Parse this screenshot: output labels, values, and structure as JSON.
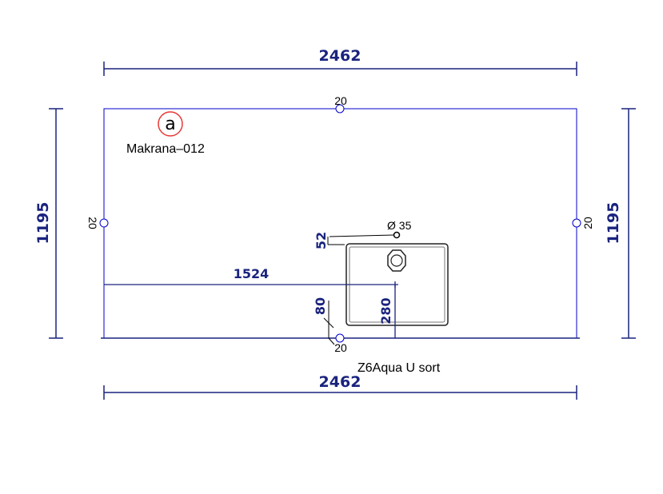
{
  "colors": {
    "dimension_line": "#1a237e",
    "outline": "#0000cc",
    "text": "#000000",
    "material_marker": "#e53935",
    "sink": "#222222"
  },
  "dimensions": {
    "top_width": "2462",
    "bottom_width": "2462",
    "left_height": "1195",
    "right_height": "1195",
    "sink_offset": "1524",
    "sink_depth": "280",
    "front_gap": "80",
    "tap_offset": "52"
  },
  "edge_labels": {
    "top": "20",
    "left": "20",
    "right": "20",
    "bottom": "20"
  },
  "material": {
    "marker_letter": "a",
    "name": "Makrana–012"
  },
  "tap_hole": {
    "label": "Ø 35"
  },
  "sink": {
    "name": "Z6Aqua U sort"
  },
  "icons": {
    "edge_marker": "circle-marker-icon",
    "tap_hole": "tap-hole-icon",
    "drain": "drain-icon"
  }
}
